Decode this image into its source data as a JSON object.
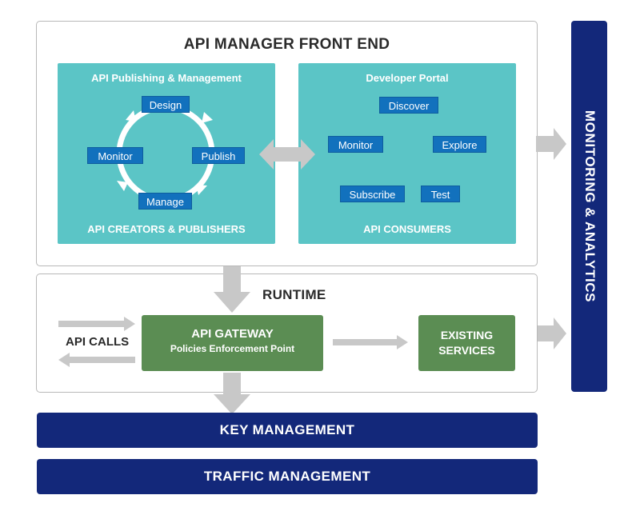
{
  "front_end": {
    "title": "API MANAGER FRONT END",
    "publishing": {
      "title": "API Publishing & Management",
      "footer": "API CREATORS & PUBLISHERS",
      "cycle": [
        "Design",
        "Publish",
        "Manage",
        "Monitor"
      ]
    },
    "portal": {
      "title": "Developer Portal",
      "footer": "API CONSUMERS",
      "cycle": [
        "Discover",
        "Explore",
        "Test",
        "Subscribe",
        "Monitor"
      ]
    }
  },
  "runtime": {
    "title": "RUNTIME",
    "api_calls": "API CALLS",
    "gateway": {
      "title": "API GATEWAY",
      "subtitle": "Policies Enforcement Point"
    },
    "services": {
      "line1": "EXISTING",
      "line2": "SERVICES"
    }
  },
  "bars": {
    "key_management": "KEY MANAGEMENT",
    "traffic_management": "TRAFFIC MANAGEMENT"
  },
  "side_panel": {
    "label": "MONITORING & ANALYTICS"
  },
  "colors": {
    "teal": "#5bc5c6",
    "chip_blue": "#1271bd",
    "green": "#5b8d53",
    "navy": "#13287a",
    "arrow_gray": "#c8c8c8"
  }
}
